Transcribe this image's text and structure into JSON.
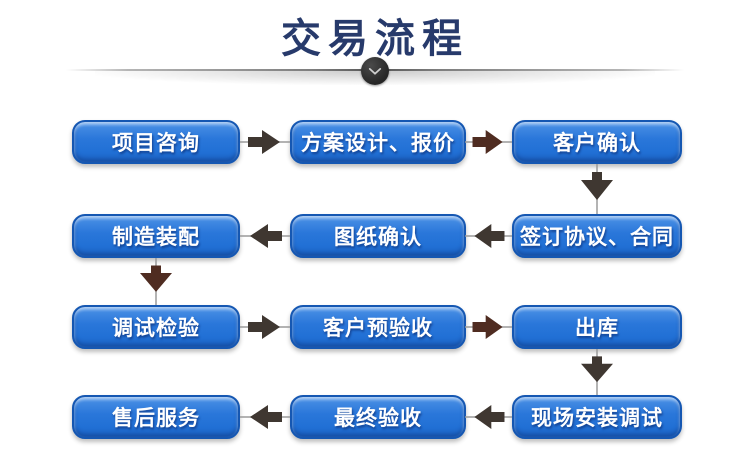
{
  "title": "交易流程",
  "colors": {
    "title": "#273a6b",
    "box_blue_top": "#6ca7ed",
    "box_blue": "#2272d6",
    "box_border": "#1557b2",
    "arrow_dark": "#3f3731",
    "arrow_brown": "#4f2c21",
    "connector_line": "#9a9a9a",
    "circle": "#2d2d2d"
  },
  "boxes": [
    {
      "label": "项目咨询"
    },
    {
      "label": "方案设计、报价"
    },
    {
      "label": "客户确认"
    },
    {
      "label": "制造装配"
    },
    {
      "label": "图纸确认"
    },
    {
      "label": "签订协议、合同"
    },
    {
      "label": "调试检验"
    },
    {
      "label": "客户预验收"
    },
    {
      "label": "出库"
    },
    {
      "label": "售后服务"
    },
    {
      "label": "最终验收"
    },
    {
      "label": "现场安装调试"
    }
  ]
}
